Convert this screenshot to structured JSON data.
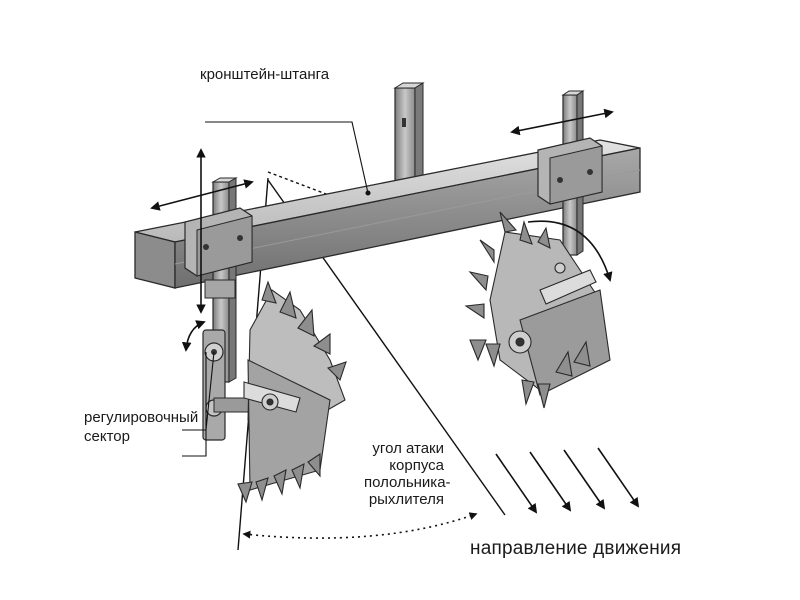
{
  "labels": {
    "bar": "кронштейн-штанга",
    "sector_line1": "регулировочный",
    "sector_line2": "сектор",
    "angle_line1": "угол атаки",
    "angle_line2": "корпуса",
    "angle_line3": "полольника-",
    "angle_line4": "рыхлителя",
    "direction": "направление движения"
  },
  "colors": {
    "metal_light": "#c9c9c9",
    "metal_mid": "#9d9d9d",
    "metal_dark": "#5e5e5e",
    "outline": "#2a2a2a",
    "ink": "#1a1a1a"
  }
}
